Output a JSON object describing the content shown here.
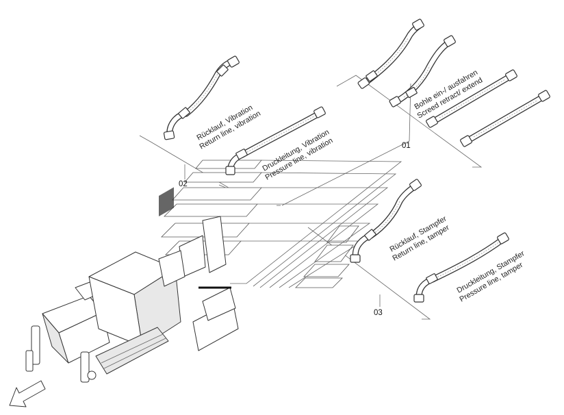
{
  "labels": {
    "return_vibration_de": "Rücklauf, Vibration",
    "return_vibration_en": "Return line, vibration",
    "pressure_vibration_de": "Druckleitung, Vibration",
    "pressure_vibration_en": "Pressure line, vibration",
    "screed_de": "Bohle ein-/ ausfahren",
    "screed_en": "Screed retract/ extend",
    "return_tamper_de": "Rücklauf, Stampfer",
    "return_tamper_en": "Return line, tamper",
    "pressure_tamper_de": "Druckleitung, Stampfer",
    "pressure_tamper_en": "Pressure line, tamper"
  },
  "groups": {
    "g01": "01",
    "g02": "02",
    "g03": "03"
  }
}
